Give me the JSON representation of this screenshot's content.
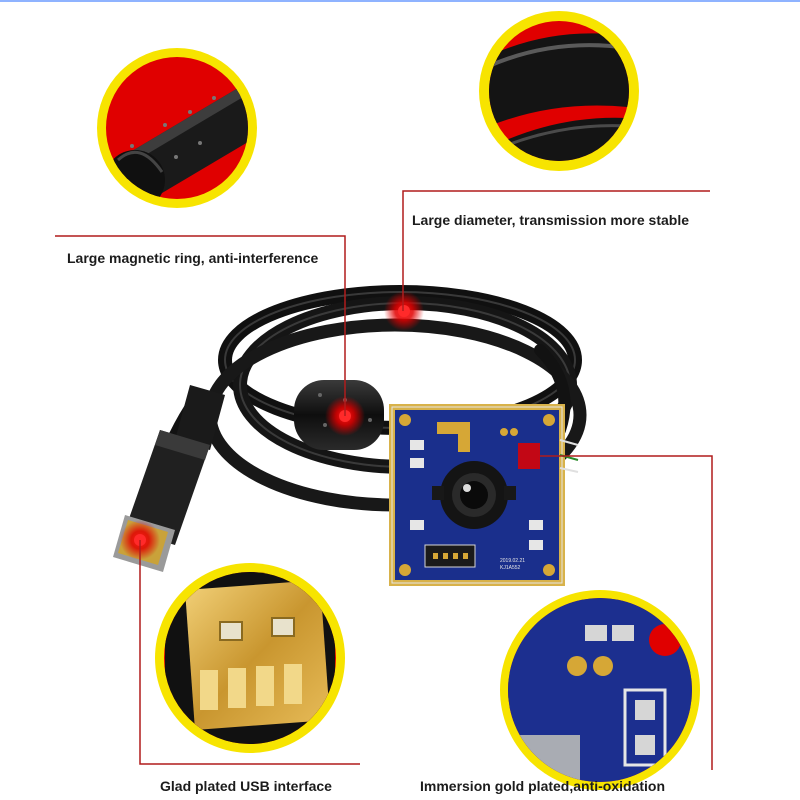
{
  "annotations": {
    "cable_diameter": "Large diameter, transmission more stable",
    "magnetic_ring": "Large magnetic ring, anti-interference",
    "usb_interface": "Glad plated USB  interface",
    "gold_plating": "Immersion gold plated,anti-oxidation"
  },
  "pcb_marking": {
    "line1": "2019.02.21",
    "line2": "KJ1A552"
  },
  "colors": {
    "callout_line": "#b01c1c",
    "circle_ring": "#f7e400",
    "circle_bg": "#e00000",
    "pcb": "#1a2f8c",
    "gold": "#d6a736",
    "cable": "#1a1a1a"
  },
  "icons": [
    "magnetic-ring-zoom",
    "cable-zoom",
    "usb-gold-contacts-zoom",
    "pcb-gold-pads-zoom",
    "red-highlight-dot"
  ]
}
